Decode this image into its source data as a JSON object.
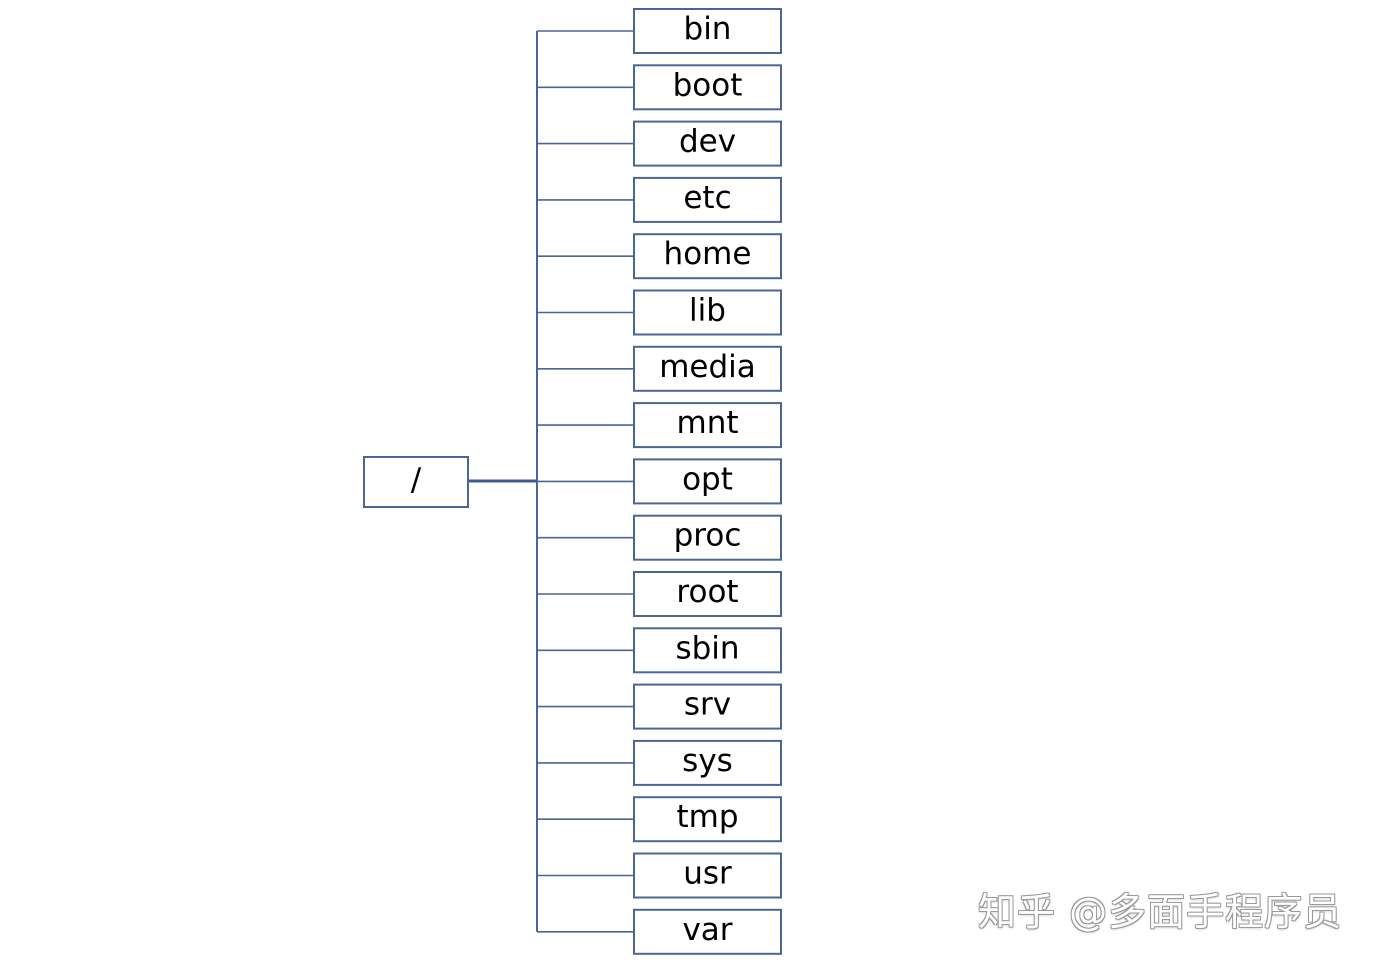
{
  "root": {
    "label": "/"
  },
  "children": [
    {
      "label": "bin"
    },
    {
      "label": "boot"
    },
    {
      "label": "dev"
    },
    {
      "label": "etc"
    },
    {
      "label": "home"
    },
    {
      "label": "lib"
    },
    {
      "label": "media"
    },
    {
      "label": "mnt"
    },
    {
      "label": "opt"
    },
    {
      "label": "proc"
    },
    {
      "label": "root"
    },
    {
      "label": "sbin"
    },
    {
      "label": "srv"
    },
    {
      "label": "sys"
    },
    {
      "label": "tmp"
    },
    {
      "label": "usr"
    },
    {
      "label": "var"
    }
  ],
  "watermark": "知乎 @多面手程序员",
  "colors": {
    "box_border": "#4a6694",
    "connector": "#4a6694",
    "text": "#000000",
    "background": "#ffffff"
  }
}
